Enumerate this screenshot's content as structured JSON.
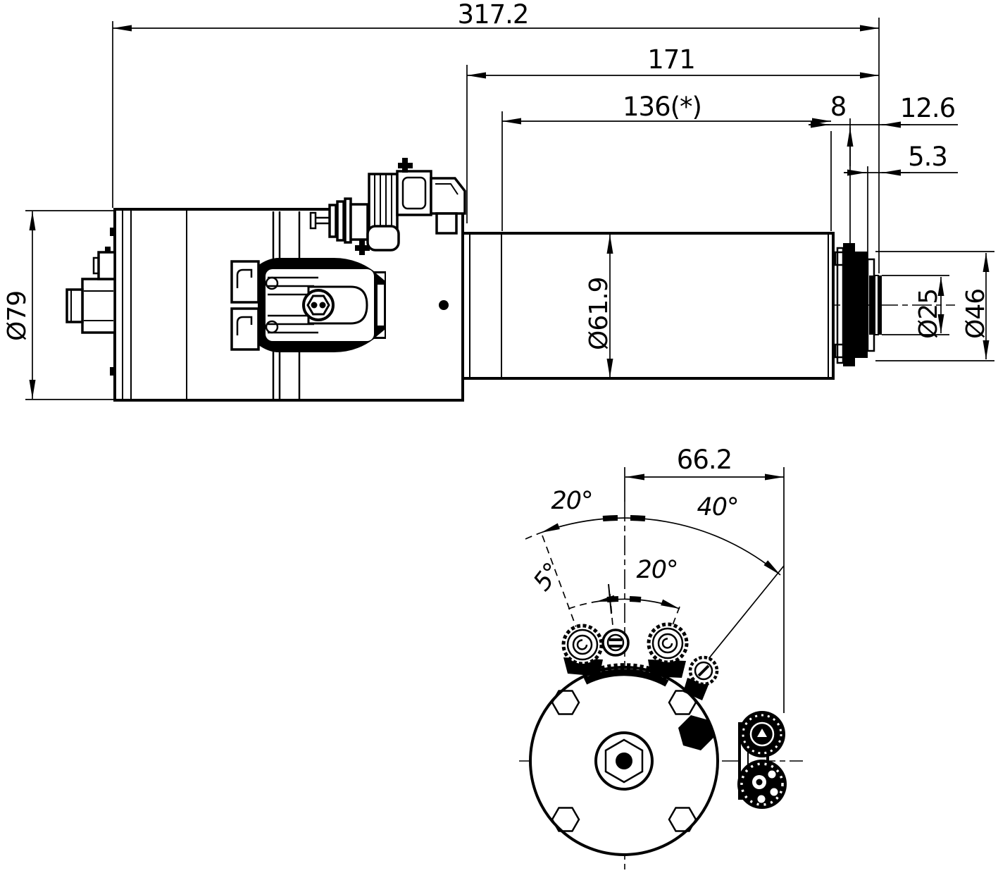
{
  "page": {
    "background": "#ffffff",
    "line_color": "#000000"
  },
  "side_view": {
    "dims": {
      "overall_length": "317.2",
      "cartridge_length": "171",
      "length_136": "136(*)",
      "gap_8": "8",
      "nose_12_6": "12.6",
      "tip_5_3": "5.3"
    },
    "diameters": {
      "body": "Ø79",
      "cartridge": "Ø61.9",
      "shaft": "Ø25",
      "locknut": "Ø46"
    }
  },
  "front_view": {
    "dims": {
      "offset_66_2": "66.2"
    },
    "angles": {
      "left_20": "20°",
      "right_40": "40°",
      "small_5": "5°",
      "inner_20": "20°"
    }
  }
}
